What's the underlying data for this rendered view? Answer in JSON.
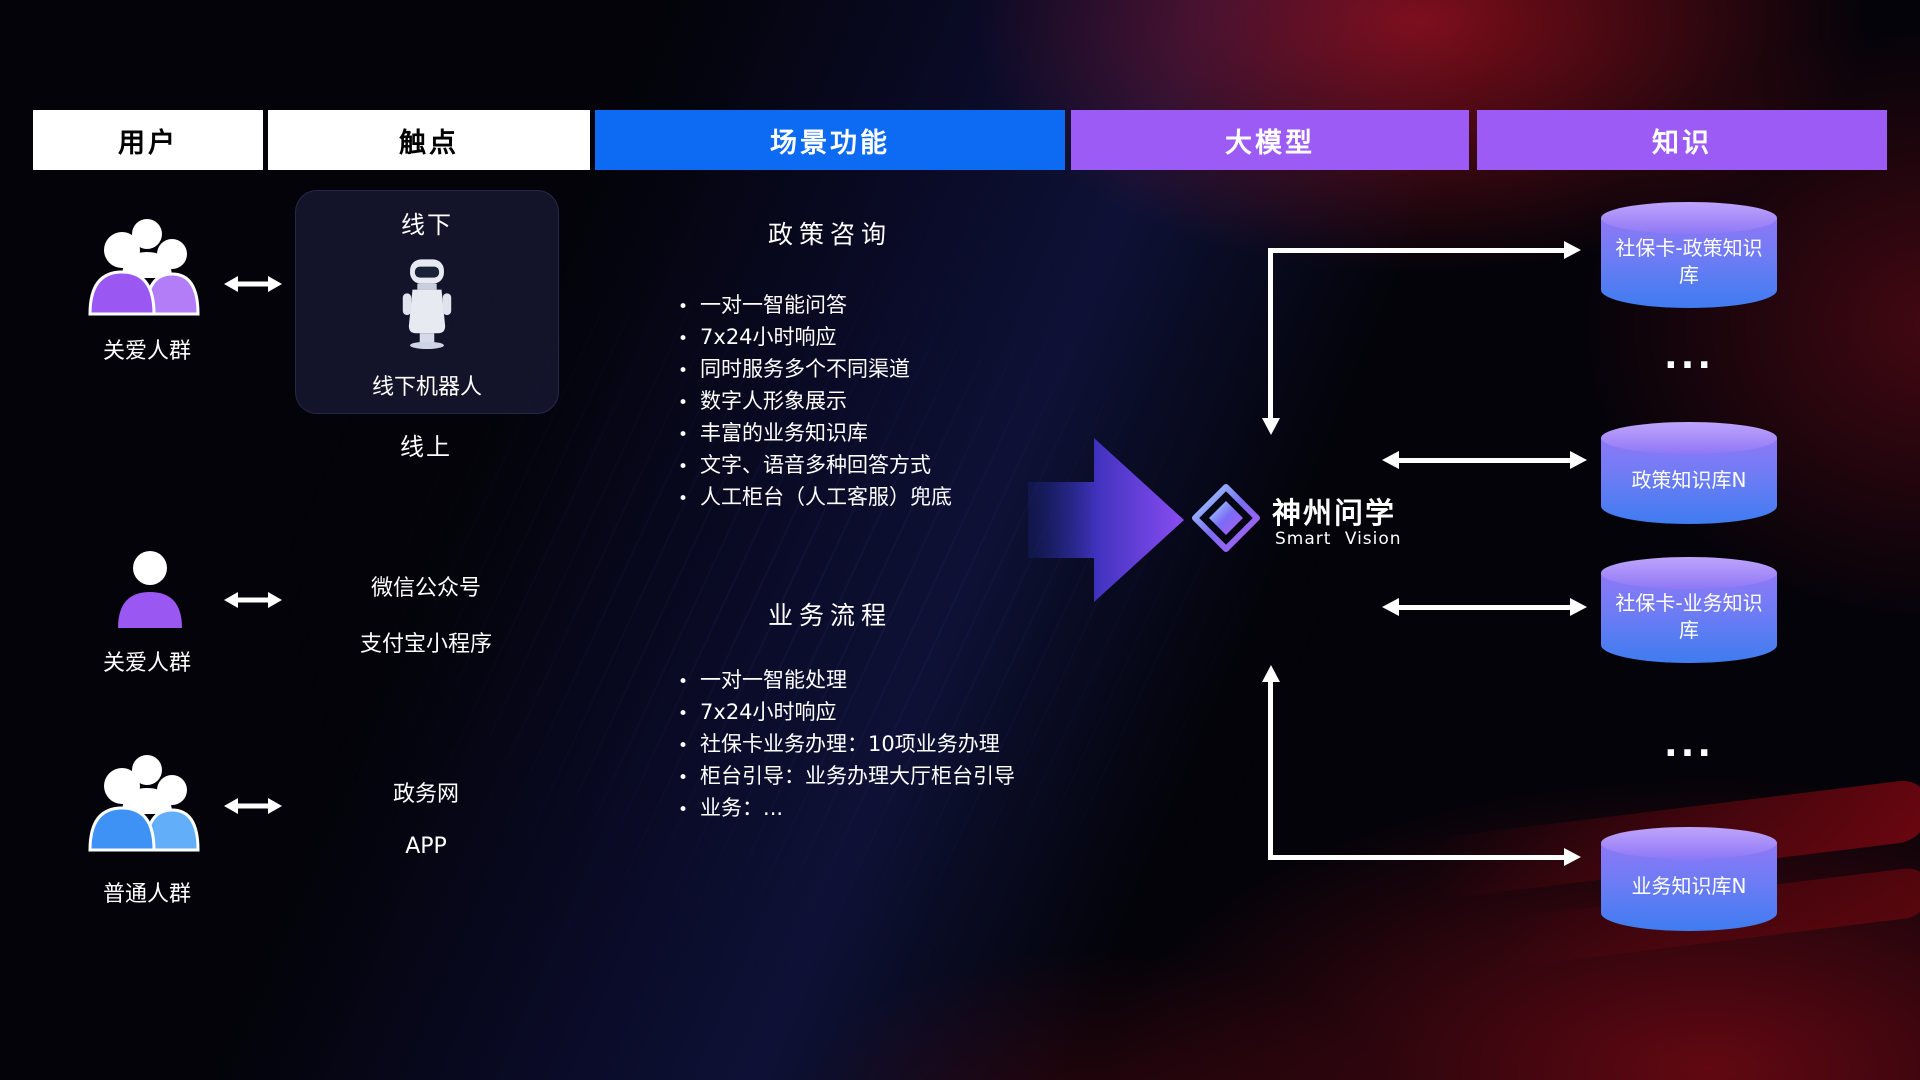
{
  "header": {
    "columns": [
      {
        "label": "用户"
      },
      {
        "label": "触点"
      },
      {
        "label": "场景功能"
      },
      {
        "label": "大模型"
      },
      {
        "label": "知识"
      }
    ]
  },
  "users": [
    {
      "label": "关爱人群",
      "icon": "people-group"
    },
    {
      "label": "关爱人群",
      "icon": "person"
    },
    {
      "label": "普通人群",
      "icon": "people-group"
    }
  ],
  "touchpoints": {
    "offline_title": "线下",
    "offline_robot_label": "线下机器人",
    "online_title": "线上",
    "wechat": "微信公众号",
    "alipay": "支付宝小程序",
    "gov_web": "政务网",
    "app": "APP"
  },
  "scenarios": [
    {
      "title": "政策咨询",
      "items": [
        "一对一智能问答",
        "7x24小时响应",
        "同时服务多个不同渠道",
        "数字人形象展示",
        "丰富的业务知识库",
        "文字、语音多种回答方式",
        "人工柜台（人工客服）兜底"
      ]
    },
    {
      "title": "业务流程",
      "items": [
        "一对一智能处理",
        "7x24小时响应",
        "社保卡业务办理：10项业务办理",
        "柜台引导：业务办理大厅柜台引导",
        "业务：..."
      ]
    }
  ],
  "model": {
    "name": "神州问学",
    "subtitle": "Smart Vision"
  },
  "knowledge": {
    "databases": [
      "社保卡-政策知识库",
      "政策知识库N",
      "社保卡-业务知识库",
      "业务知识库N"
    ],
    "more_indicator": "..."
  },
  "colors": {
    "user_header_bg": "#ffffff",
    "scenario_header_bg": "#0d6bf3",
    "model_header_bg": "#9c5bf5",
    "knowledge_header_bg": "#9c5bf5",
    "care_user_color": "#9b57f2",
    "general_user_color": "#3f92f5",
    "db_top": "#bfa4fb",
    "db_body_bottom": "#3f7cf0",
    "connector_color": "#ffffff"
  }
}
